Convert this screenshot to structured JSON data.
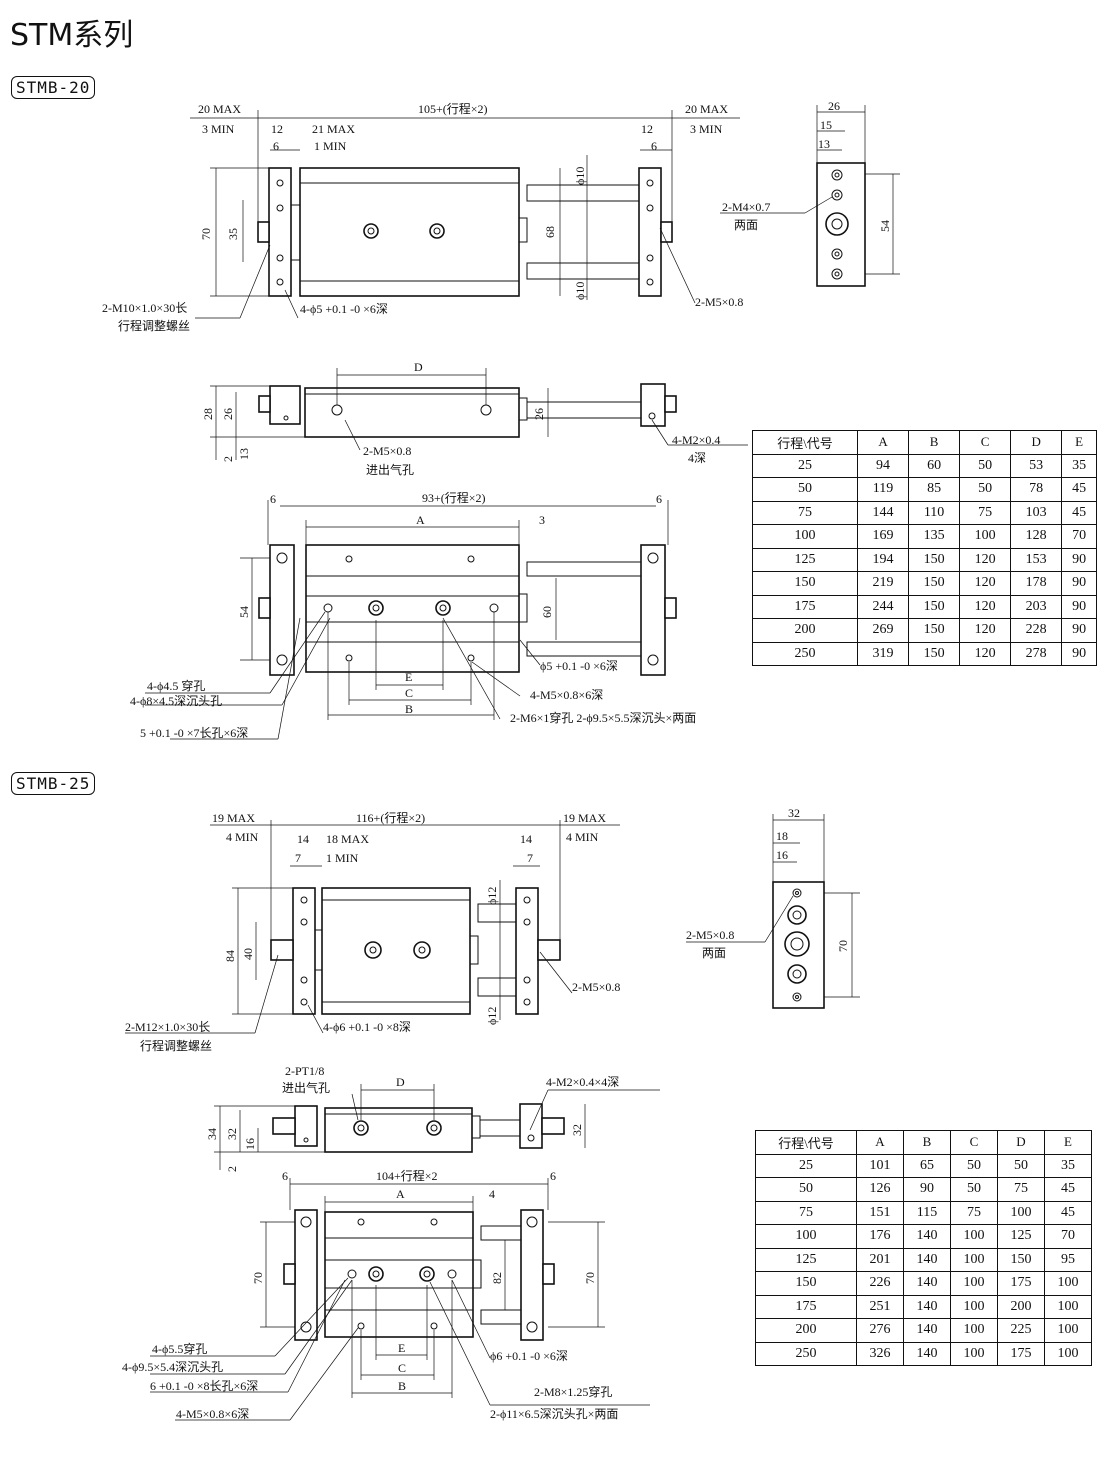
{
  "page": {
    "title": "STM系列"
  },
  "sections": [
    {
      "tag": "STMB-20",
      "top_view": {
        "total_len": "105+(行程×2)",
        "left_max": "20 MAX",
        "left_min": "3 MIN",
        "right_max": "20 MAX",
        "right_min": "3 MIN",
        "inner_max": "21 MAX",
        "inner_min": "1 MIN",
        "d12_left": "12",
        "d6_left": "6",
        "d12_right": "12",
        "d6_right": "6",
        "h70": "70",
        "h35": "35",
        "h68": "68",
        "phi_top": "ϕ10",
        "phi_bot": "ϕ10",
        "callout_screw": "2-M10×1.0×30长",
        "callout_screw_2": "行程调整螺丝",
        "callout_hole": "4-ϕ5 +0.1 -0 ×6深",
        "callout_port": "2-M5×0.8"
      },
      "end_view": {
        "d26": "26",
        "d15": "15",
        "d13": "13",
        "h54": "54",
        "callout": "2-M4×0.7",
        "callout_2": "两面"
      },
      "side_view": {
        "d_label": "D",
        "h28": "28",
        "h26": "26",
        "h2": "2",
        "h13": "13",
        "h26r": "26",
        "callout_port": "2-M5×0.8",
        "callout_port_2": "进出气孔",
        "callout_thread": "4-M2×0.4",
        "callout_thread_2": "4深"
      },
      "bottom_view": {
        "total_len": "93+(行程×2)",
        "d6_left": "6",
        "d6_right": "6",
        "a_label": "A",
        "d3": "3",
        "h54": "54",
        "h60": "60",
        "e_label": "E",
        "c_label": "C",
        "b_label": "B",
        "callout_pin": "ϕ5 +0.1 -0 ×6深",
        "callout_thru": "4-ϕ4.5 穿孔",
        "callout_cb": "4-ϕ8×4.5深沉头孔",
        "callout_slot": "5 +0.1 -0 ×7长孔×6深",
        "callout_m5": "4-M5×0.8×6深",
        "callout_m6": "2-M6×1穿孔 2-ϕ9.5×5.5深沉头×两面"
      },
      "table": {
        "header": [
          "行程\\代号",
          "A",
          "B",
          "C",
          "D",
          "E"
        ],
        "rows": [
          [
            "25",
            "94",
            "60",
            "50",
            "53",
            "35"
          ],
          [
            "50",
            "119",
            "85",
            "50",
            "78",
            "45"
          ],
          [
            "75",
            "144",
            "110",
            "75",
            "103",
            "45"
          ],
          [
            "100",
            "169",
            "135",
            "100",
            "128",
            "70"
          ],
          [
            "125",
            "194",
            "150",
            "120",
            "153",
            "90"
          ],
          [
            "150",
            "219",
            "150",
            "120",
            "178",
            "90"
          ],
          [
            "175",
            "244",
            "150",
            "120",
            "203",
            "90"
          ],
          [
            "200",
            "269",
            "150",
            "120",
            "228",
            "90"
          ],
          [
            "250",
            "319",
            "150",
            "120",
            "278",
            "90"
          ]
        ]
      }
    },
    {
      "tag": "STMB-25",
      "top_view": {
        "total_len": "116+(行程×2)",
        "left_max": "19 MAX",
        "left_min": "4 MIN",
        "right_max": "19 MAX",
        "right_min": "4 MIN",
        "inner_max": "18 MAX",
        "inner_min": "1 MIN",
        "d14_left": "14",
        "d7_left": "7",
        "d14_right": "14",
        "d7_right": "7",
        "h84": "84",
        "h40": "40",
        "phi_top": "ϕ12",
        "phi_bot": "ϕ12",
        "callout_screw": "2-M12×1.0×30长",
        "callout_screw_2": "行程调整螺丝",
        "callout_hole": "4-ϕ6 +0.1 -0 ×8深",
        "callout_port": "2-M5×0.8"
      },
      "end_view": {
        "d32": "32",
        "d18": "18",
        "d16": "16",
        "h70": "70",
        "callout": "2-M5×0.8",
        "callout_2": "两面"
      },
      "side_view": {
        "d_label": "D",
        "h34": "34",
        "h32": "32",
        "h16": "16",
        "h2": "2",
        "h32r": "32",
        "callout_port": "2-PT1/8",
        "callout_port_2": "进出气孔",
        "callout_thread": "4-M2×0.4×4深"
      },
      "bottom_view": {
        "total_len": "104+行程×2",
        "d6_left": "6",
        "d6_right": "6",
        "a_label": "A",
        "d4": "4",
        "h70": "70",
        "h82": "82",
        "h70r": "70",
        "e_label": "E",
        "c_label": "C",
        "b_label": "B",
        "callout_pin": "ϕ6 +0.1 -0 ×6深",
        "callout_thru": "4-ϕ5.5穿孔",
        "callout_cb": "4-ϕ9.5×5.4深沉头孔",
        "callout_slot": "6 +0.1 -0 ×8长孔×6深",
        "callout_m5": "4-M5×0.8×6深",
        "callout_m8": "2-M8×1.25穿孔",
        "callout_m8_2": "2-ϕ11×6.5深沉头孔×两面"
      },
      "table": {
        "header": [
          "行程\\代号",
          "A",
          "B",
          "C",
          "D",
          "E"
        ],
        "rows": [
          [
            "25",
            "101",
            "65",
            "50",
            "50",
            "35"
          ],
          [
            "50",
            "126",
            "90",
            "50",
            "75",
            "45"
          ],
          [
            "75",
            "151",
            "115",
            "75",
            "100",
            "45"
          ],
          [
            "100",
            "176",
            "140",
            "100",
            "125",
            "70"
          ],
          [
            "125",
            "201",
            "140",
            "100",
            "150",
            "95"
          ],
          [
            "150",
            "226",
            "140",
            "100",
            "175",
            "100"
          ],
          [
            "175",
            "251",
            "140",
            "100",
            "200",
            "100"
          ],
          [
            "200",
            "276",
            "140",
            "100",
            "225",
            "100"
          ],
          [
            "250",
            "326",
            "140",
            "100",
            "175",
            "100"
          ]
        ]
      }
    }
  ]
}
